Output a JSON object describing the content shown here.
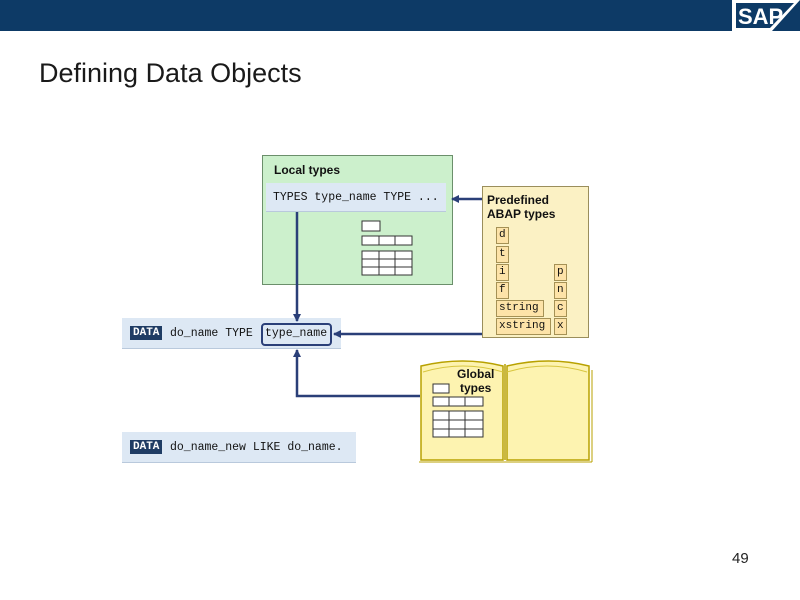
{
  "header": {
    "logo_text": "SAP"
  },
  "slide": {
    "title": "Defining Data Objects",
    "page_number": "49"
  },
  "local_types": {
    "label": "Local types",
    "statement": "TYPES type_name TYPE ..."
  },
  "predefined": {
    "label_line1": "Predefined",
    "label_line2": "ABAP types",
    "left_column": [
      "d",
      "t",
      "i",
      "f",
      "string",
      "xstring"
    ],
    "right_column": [
      "p",
      "n",
      "c",
      "x"
    ]
  },
  "global": {
    "label_line1": "Global",
    "label_line2": "types"
  },
  "data_statement": {
    "keyword": "DATA",
    "code": "do_name TYPE",
    "type_ref": "type_name"
  },
  "data_like_statement": {
    "keyword": "DATA",
    "code": "do_name_new LIKE do_name."
  },
  "colors": {
    "header_bar": "#0d3a66",
    "local_box": "#ccf0cc",
    "predefined_box": "#fbf1c4",
    "arrow": "#2a3f78"
  }
}
